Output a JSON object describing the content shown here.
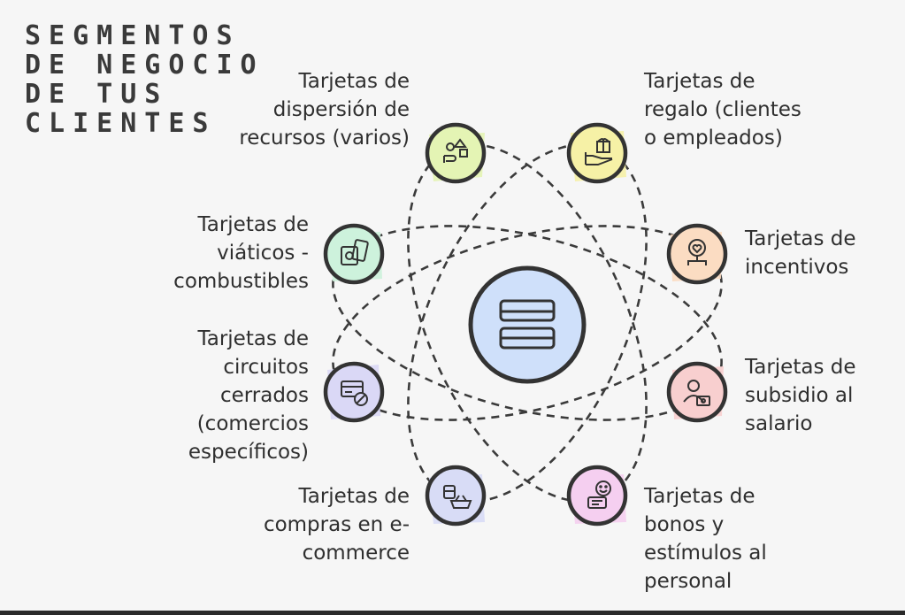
{
  "title_lines": [
    "SEGMENTOS",
    "DE NEGOCIO",
    "DE TUS",
    "CLIENTES"
  ],
  "center": {
    "icon": "card-stack-icon",
    "fill": "#cfe0fa"
  },
  "segments": [
    {
      "icon": "shapes-hand-icon",
      "fill": "#e4f4b4",
      "lines": [
        "Tarjetas de",
        "dispersión de",
        "recursos (varios)"
      ]
    },
    {
      "icon": "gift-hand-icon",
      "fill": "#f6f1a6",
      "lines": [
        "Tarjetas de",
        "regalo (clientes",
        "o empleados)"
      ]
    },
    {
      "icon": "gas-card-icon",
      "fill": "#cdf2dc",
      "lines": [
        "Tarjetas de",
        "viáticos -",
        "combustibles"
      ]
    },
    {
      "icon": "heart-people-icon",
      "fill": "#fbdcc2",
      "lines": [
        "Tarjetas de",
        "incentivos"
      ]
    },
    {
      "icon": "card-blocked-icon",
      "fill": "#dad8f6",
      "lines": [
        "Tarjetas de",
        "circuitos",
        "cerrados",
        "(comercios",
        "específicos)"
      ]
    },
    {
      "icon": "person-money-icon",
      "fill": "#f8cfcf",
      "lines": [
        "Tarjetas de",
        "subsidio al",
        "salario"
      ]
    },
    {
      "icon": "basket-icon",
      "fill": "#d8dcf6",
      "lines": [
        "Tarjetas de",
        "compras en e-",
        "commerce"
      ]
    },
    {
      "icon": "smile-bonus-icon",
      "fill": "#f5cff0",
      "lines": [
        "Tarjetas de",
        "bonos y",
        "estímulos al",
        "personal"
      ]
    }
  ]
}
